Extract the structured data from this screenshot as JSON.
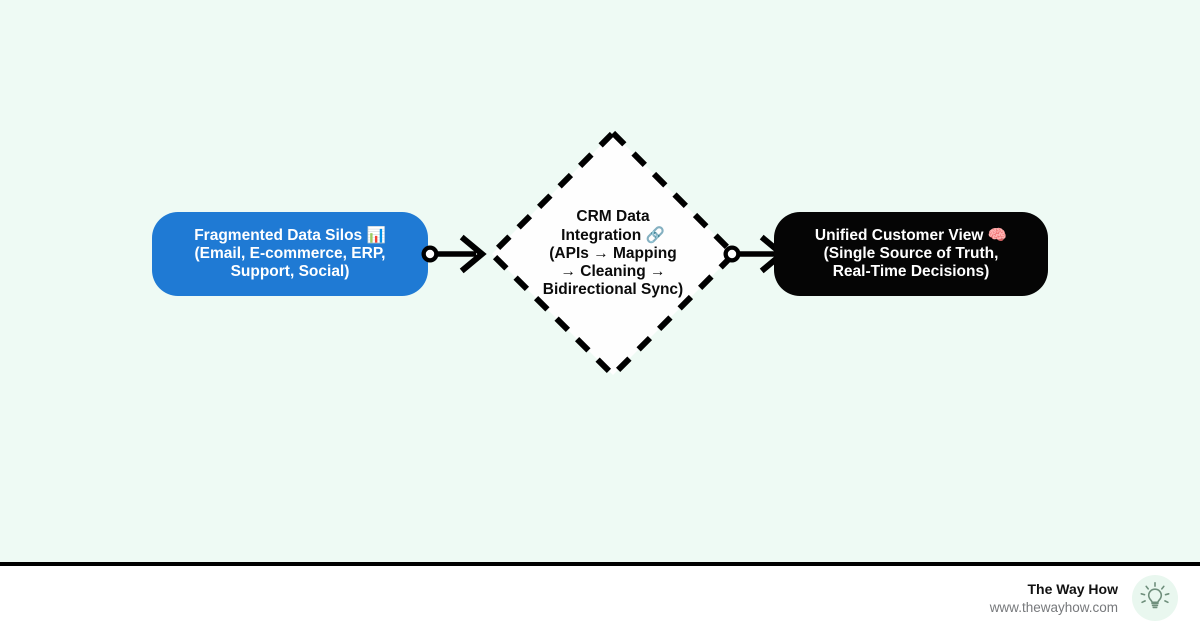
{
  "canvas": {
    "background_color": "#eefaf4"
  },
  "diagram": {
    "type": "flowchart",
    "direction": "left-to-right",
    "nodes": [
      {
        "id": "source",
        "shape": "rounded-rectangle",
        "label": "Fragmented Data Silos 📊\n(Email, E-commerce, ERP,\nSupport, Social)",
        "icon": "bar-chart-emoji",
        "fill_color": "#1f7ad4",
        "text_color": "#ffffff"
      },
      {
        "id": "process",
        "shape": "diamond",
        "label": "CRM Data\nIntegration 🔗\n(APIs → Mapping\n→ Cleaning →\nBidirectional Sync)",
        "icon": "link-emoji",
        "fill_color": "#fefefe",
        "stroke_color": "#000000",
        "stroke_style": "dashed",
        "text_color": "#0b0b0b"
      },
      {
        "id": "target",
        "shape": "rounded-rectangle",
        "label": "Unified Customer View 🧠\n(Single Source of Truth,\nReal-Time Decisions)",
        "icon": "brain-emoji",
        "fill_color": "#050505",
        "text_color": "#ffffff"
      }
    ],
    "edges": [
      {
        "id": "edge-1",
        "from": "source",
        "to": "process",
        "start_marker": "circle",
        "end_marker": "arrow",
        "color": "#000000"
      },
      {
        "id": "edge-2",
        "from": "process",
        "to": "target",
        "start_marker": "circle",
        "end_marker": "arrow",
        "color": "#000000"
      }
    ]
  },
  "footer": {
    "brand": "The Way How",
    "url": "www.thewayhow.com",
    "logo_icon": "lightbulb-icon",
    "logo_bg_color": "#e9f7ef",
    "logo_stroke_color": "#6f8f7c",
    "rule_color": "#000000"
  }
}
